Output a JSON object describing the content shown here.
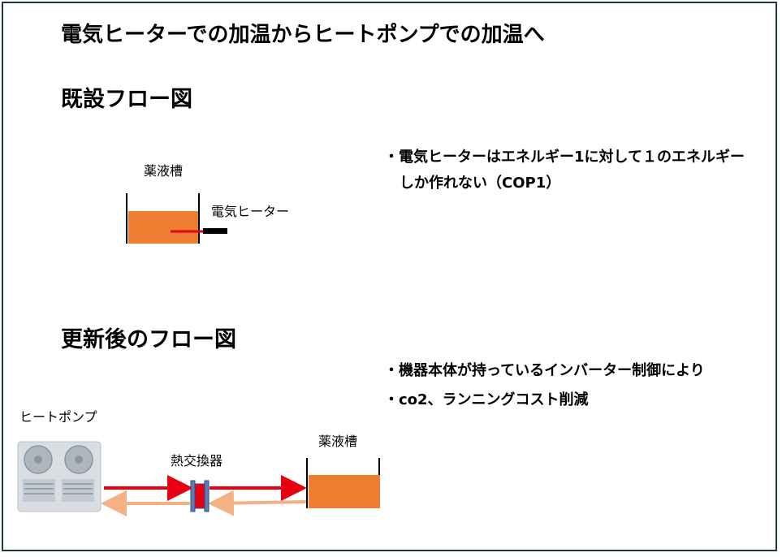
{
  "title": "電気ヒーターでの加温からヒートポンプでの加温へ",
  "existing": {
    "heading": "既設フロー図",
    "tank_label": "薬液槽",
    "heater_label": "電気ヒーター",
    "notes": [
      "・電気ヒーターはエネルギー1に対して１のエネルギー",
      "しか作れない（COP1）"
    ]
  },
  "updated": {
    "heading": "更新後のフロー図",
    "heatpump_label": "ヒートポンプ",
    "exchanger_label": "熱交換器",
    "tank_label": "薬液槽",
    "notes": [
      "・機器本体が持っているインバーター制御により",
      "・co2、ランニングコスト削減"
    ]
  },
  "colors": {
    "tank": "#ed7d31",
    "hot_line": "#e60012",
    "return_line": "#f4b183",
    "exchanger": "#5b7fb5",
    "heatpump": "#d9dee3"
  }
}
